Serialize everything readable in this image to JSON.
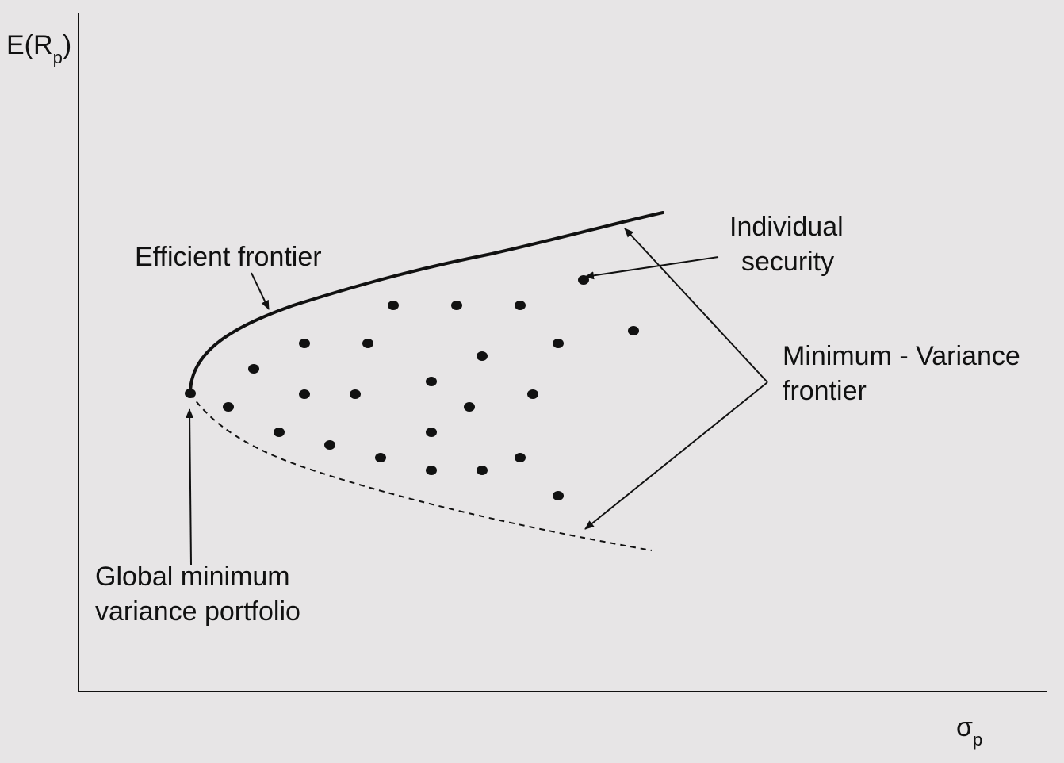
{
  "axes": {
    "y_label_main": "E(R",
    "y_label_sub": "p",
    "y_label_close": ")",
    "x_label_main": "σ",
    "x_label_sub": "p"
  },
  "labels": {
    "efficient_frontier": "Efficient frontier",
    "individual_security_line1": "Individual",
    "individual_security_line2": "security",
    "min_variance_line1": "Minimum - Variance",
    "min_variance_line2": "frontier",
    "gmv_line1": "Global minimum",
    "gmv_line2": "variance portfolio"
  },
  "colors": {
    "background": "#e7e5e6",
    "ink": "#111111"
  }
}
